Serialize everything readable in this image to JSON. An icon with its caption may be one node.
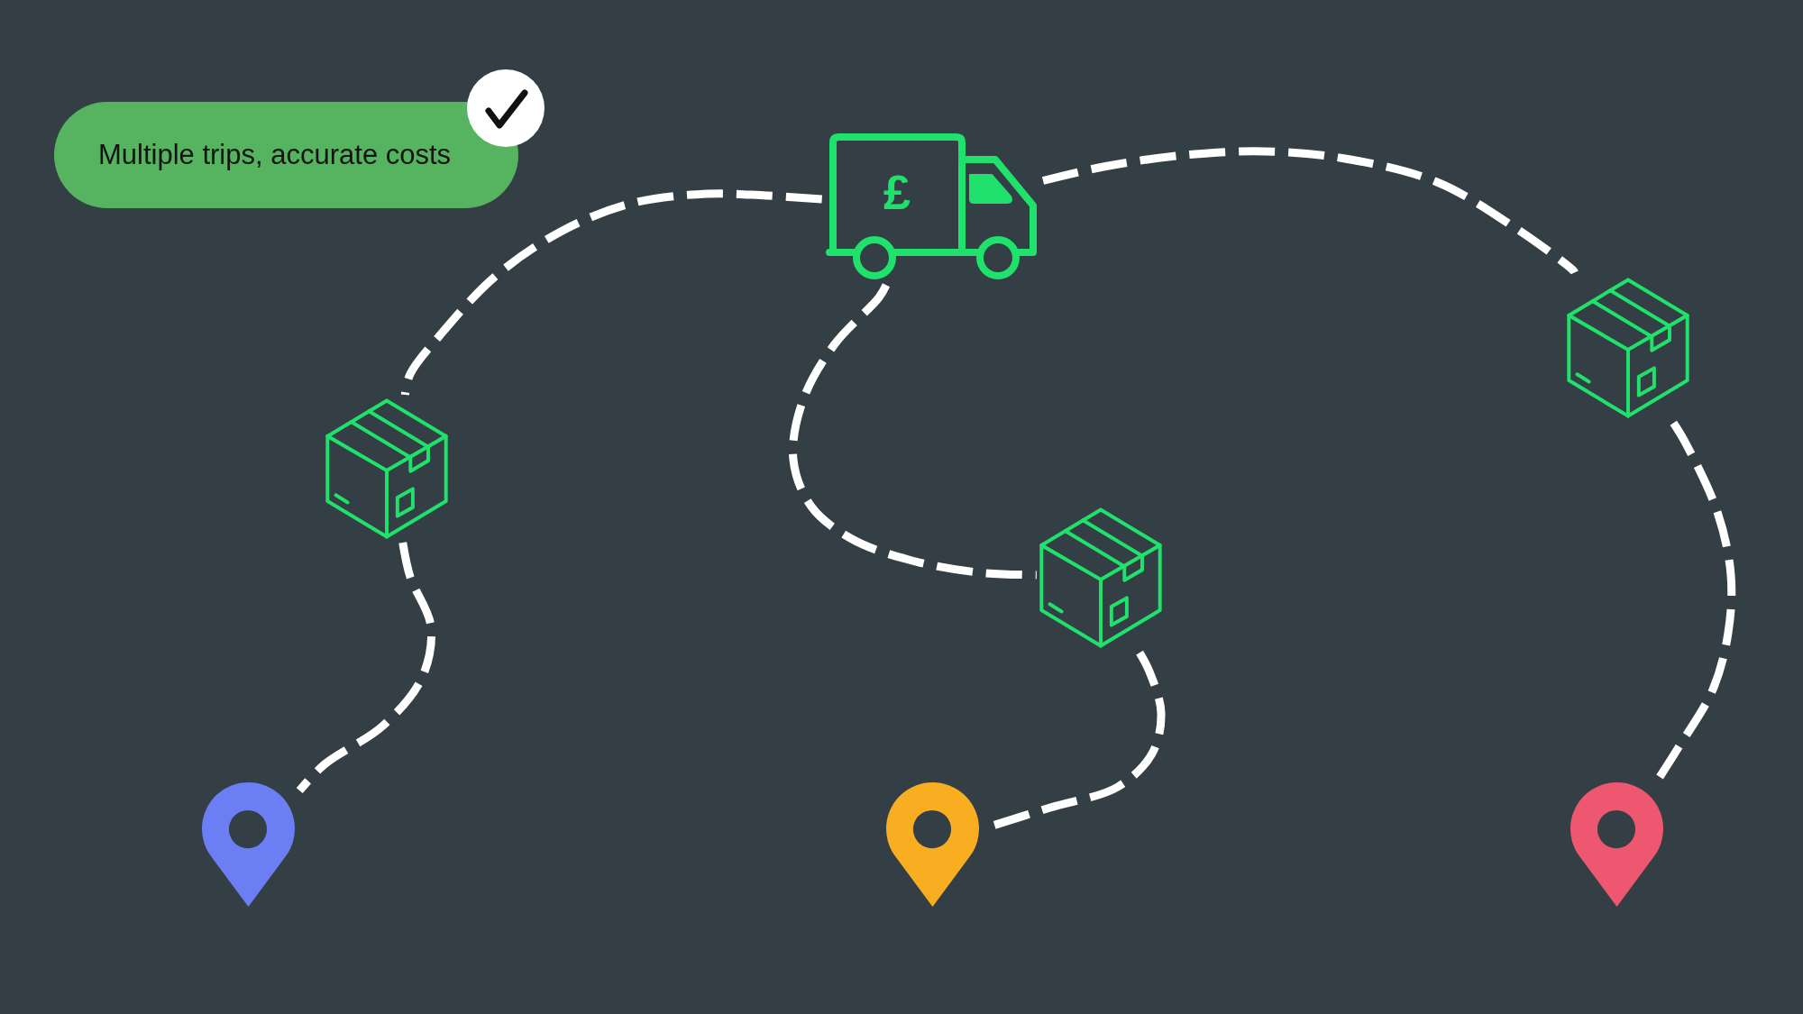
{
  "diagram": {
    "nodes": [
      {
        "text": [
          "Multiple trips, accurate costs"
        ]
      },
      {
        "text": [
          "£"
        ]
      },
      {
        "text": [],
        "shape": "picture"
      },
      {
        "text": [],
        "shape": "picture"
      },
      {
        "text": [],
        "shape": "picture"
      },
      {
        "text": [],
        "shape": "picture"
      },
      {
        "text": [],
        "shape": "picture"
      },
      {
        "text": [],
        "shape": "picture"
      }
    ],
    "edges": [
      {
        "from": 1,
        "to": 2,
        "arrow": "none",
        "style": "dashed"
      },
      {
        "from": 2,
        "to": 5,
        "arrow": "none",
        "style": "dashed"
      },
      {
        "from": 1,
        "to": 3,
        "arrow": "none",
        "style": "dashed"
      },
      {
        "from": 3,
        "to": 6,
        "arrow": "none",
        "style": "dashed"
      },
      {
        "from": 1,
        "to": 4,
        "arrow": "none",
        "style": "dashed"
      },
      {
        "from": 4,
        "to": 7,
        "arrow": "none",
        "style": "dashed"
      }
    ]
  }
}
